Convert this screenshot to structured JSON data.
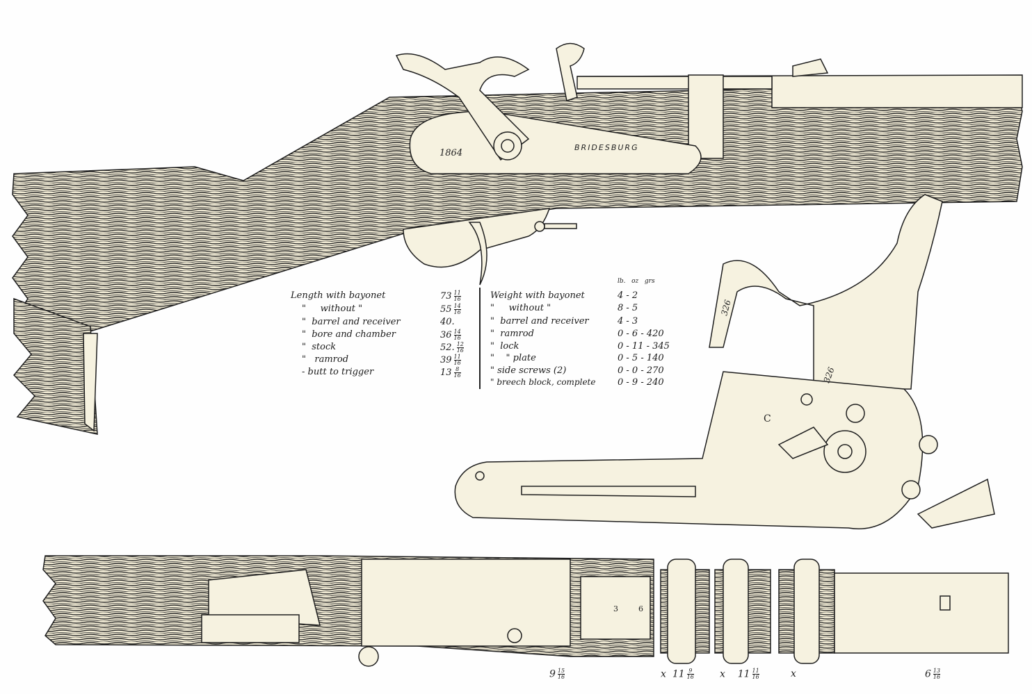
{
  "markings": {
    "lock_year": "1864",
    "lock_maker": "BRIDESBURG",
    "part_number_hammer": "326",
    "part_number_plate": "326",
    "plate_letter": "C",
    "breech_mark_left": "3",
    "breech_mark_right": "6"
  },
  "colors": {
    "metal": "#f6f2e0",
    "ink": "#1d1d1d",
    "wood_bg": "#f1ecd8"
  },
  "length_table": {
    "rows": [
      {
        "ditto": "",
        "label": "Length with bayonet",
        "whole": "73",
        "num": "11",
        "den": "16"
      },
      {
        "ditto": "\"",
        "label": "without \"",
        "whole": "55",
        "num": "14",
        "den": "16"
      },
      {
        "ditto": "\"",
        "label": "barrel and receiver",
        "whole": "40.",
        "num": "",
        "den": ""
      },
      {
        "ditto": "\"",
        "label": "bore and chamber",
        "whole": "36",
        "num": "14",
        "den": "16"
      },
      {
        "ditto": "\"",
        "label": "stock",
        "whole": "52.",
        "num": "12",
        "den": "16"
      },
      {
        "ditto": "\"",
        "label": "ramrod",
        "whole": "39",
        "num": "11",
        "den": "16"
      },
      {
        "ditto": "-",
        "label": "butt to trigger",
        "whole": "13",
        "num": "8",
        "den": "16"
      }
    ]
  },
  "weight_table": {
    "units": [
      "lb.",
      "oz",
      "grs"
    ],
    "rows": [
      {
        "ditto": "",
        "label": "Weight with bayonet",
        "value": "4 - 2"
      },
      {
        "ditto": "\"",
        "label": "without \"",
        "value": "8 - 5"
      },
      {
        "ditto": "\"",
        "label": "barrel and receiver",
        "value": "4 - 3"
      },
      {
        "ditto": "\"",
        "label": "ramrod",
        "value": "0 - 6 - 420"
      },
      {
        "ditto": "\"",
        "label": "lock",
        "value": "0 - 11 - 345"
      },
      {
        "ditto": "\"",
        "label": "\" plate",
        "value": "0 - 5 - 140"
      },
      {
        "ditto": "\"",
        "label": "side screws (2)",
        "value": "0 - 0 - 270"
      },
      {
        "ditto": "\"",
        "label": "breech block, complete",
        "value": "0 - 9 - 240"
      }
    ]
  },
  "bottom_dimensions": [
    {
      "whole": "9",
      "num": "15",
      "den": "16"
    },
    {
      "sep": "x",
      "whole": "11",
      "num": "9",
      "den": "16"
    },
    {
      "sep": "x",
      "whole": "11",
      "num": "11",
      "den": "16"
    },
    {
      "sep": "x",
      "whole": "6",
      "num": "13",
      "den": "16"
    }
  ]
}
